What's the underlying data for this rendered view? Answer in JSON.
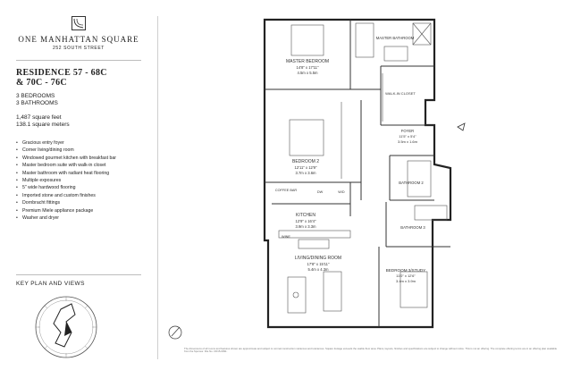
{
  "brand": {
    "name": "ONE MANHATTAN SQUARE",
    "address": "252 SOUTH STREET"
  },
  "residence": {
    "title_line1": "RESIDENCE 57 - 68C",
    "title_line2": "& 70C - 76C",
    "bedrooms": "3 BEDROOMS",
    "bathrooms": "3 BATHROOMS",
    "sqft": "1,487 square feet",
    "sqm": "138.1 square meters"
  },
  "features": [
    "Gracious entry foyer",
    "Corner living/dining room",
    "Windowed gourmet kitchen with breakfast bar",
    "Master bedroom suite with walk-in closet",
    "Master bathroom with radiant heat flooring",
    "Multiple exposures",
    "5\" wide hardwood flooring",
    "Imported stone and custom finishes",
    "Dornbracht fittings",
    "Premium Miele appliance package",
    "Washer and dryer"
  ],
  "key_plan_label": "KEY PLAN AND VIEWS",
  "rooms": {
    "master_bedroom": {
      "name": "MASTER BEDROOM",
      "ft": "14'8\" x 17'11\"",
      "m": "4.5m x 5.5m"
    },
    "master_bath": {
      "name": "MASTER BATHROOM"
    },
    "walkin": {
      "name": "WALK-IN CLOSET"
    },
    "bedroom2": {
      "name": "BEDROOM 2",
      "ft": "12'11\" x 12'9\"",
      "m": "3.7m x 3.6m"
    },
    "foyer": {
      "name": "FOYER",
      "ft": "11'5\" x 5'4\"",
      "m": "3.5m x 1.6m"
    },
    "bath2": {
      "name": "BATHROOM 2"
    },
    "kitchen": {
      "name": "KITCHEN",
      "ft": "12'9\" x 16'4\"",
      "m": "3.9m x 3.3m"
    },
    "coffee_bar": {
      "name": "COFFEE BAR"
    },
    "dw": {
      "name": "DW"
    },
    "wd": {
      "name": "W/D"
    },
    "wine": {
      "name": "WINE"
    },
    "living": {
      "name": "LIVING/DINING ROOM",
      "ft": "17'8\" x 15'11\"",
      "m": "5.4m x 4.3m"
    },
    "bath3": {
      "name": "BATHROOM 3"
    },
    "bedroom3": {
      "name": "BEDROOM 3/STUDY",
      "ft": "11'0\" x 12'6\"",
      "m": "3.4m x 3.9m"
    }
  },
  "legal_text": "The dimensions of all rooms and features shown are approximate and subject to normal construction variances and tolerances. Square footage exceeds the usable floor area. Plans, layouts, finishes and specifications are subject to change without notice. This is not an offering. The complete offering terms are in an offering plan available from the Sponsor. File No. CD15-0091."
}
